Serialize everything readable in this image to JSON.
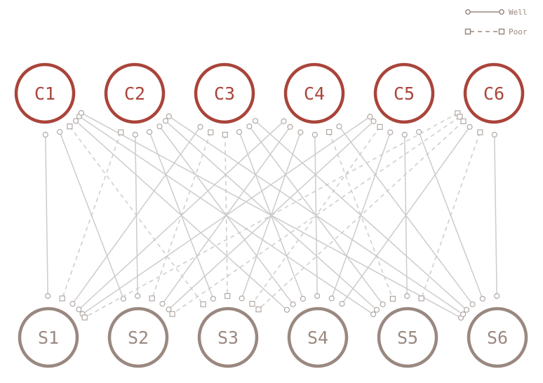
{
  "legend": {
    "well": "Well",
    "poor": "Poor"
  },
  "colors": {
    "top_node": "#a9443a",
    "bottom_node": "#9a8880",
    "edge": "#cccccc"
  },
  "top_nodes": [
    "C1",
    "C2",
    "C3",
    "C4",
    "C5",
    "C6"
  ],
  "bottom_nodes": [
    "S1",
    "S2",
    "S3",
    "S4",
    "S5",
    "S6"
  ],
  "edges": [
    {
      "from": "C1",
      "to": "S1",
      "type": "well"
    },
    {
      "from": "C1",
      "to": "S2",
      "type": "well"
    },
    {
      "from": "C1",
      "to": "S3",
      "type": "poor"
    },
    {
      "from": "C1",
      "to": "S4",
      "type": "well"
    },
    {
      "from": "C1",
      "to": "S5",
      "type": "well"
    },
    {
      "from": "C1",
      "to": "S6",
      "type": "well"
    },
    {
      "from": "C2",
      "to": "S1",
      "type": "poor"
    },
    {
      "from": "C2",
      "to": "S2",
      "type": "well"
    },
    {
      "from": "C2",
      "to": "S3",
      "type": "well"
    },
    {
      "from": "C2",
      "to": "S4",
      "type": "well"
    },
    {
      "from": "C2",
      "to": "S5",
      "type": "well"
    },
    {
      "from": "C2",
      "to": "S6",
      "type": "well"
    },
    {
      "from": "C3",
      "to": "S1",
      "type": "well"
    },
    {
      "from": "C3",
      "to": "S2",
      "type": "poor"
    },
    {
      "from": "C3",
      "to": "S3",
      "type": "poor"
    },
    {
      "from": "C3",
      "to": "S4",
      "type": "well"
    },
    {
      "from": "C3",
      "to": "S5",
      "type": "well"
    },
    {
      "from": "C3",
      "to": "S6",
      "type": "well"
    },
    {
      "from": "C4",
      "to": "S1",
      "type": "well"
    },
    {
      "from": "C4",
      "to": "S2",
      "type": "well"
    },
    {
      "from": "C4",
      "to": "S3",
      "type": "well"
    },
    {
      "from": "C4",
      "to": "S4",
      "type": "well"
    },
    {
      "from": "C4",
      "to": "S5",
      "type": "poor"
    },
    {
      "from": "C4",
      "to": "S6",
      "type": "well"
    },
    {
      "from": "C5",
      "to": "S1",
      "type": "well"
    },
    {
      "from": "C5",
      "to": "S2",
      "type": "well"
    },
    {
      "from": "C5",
      "to": "S3",
      "type": "poor"
    },
    {
      "from": "C5",
      "to": "S4",
      "type": "well"
    },
    {
      "from": "C5",
      "to": "S5",
      "type": "well"
    },
    {
      "from": "C5",
      "to": "S6",
      "type": "well"
    },
    {
      "from": "C6",
      "to": "S1",
      "type": "poor"
    },
    {
      "from": "C6",
      "to": "S2",
      "type": "poor"
    },
    {
      "from": "C6",
      "to": "S3",
      "type": "poor"
    },
    {
      "from": "C6",
      "to": "S4",
      "type": "well"
    },
    {
      "from": "C6",
      "to": "S5",
      "type": "poor"
    },
    {
      "from": "C6",
      "to": "S6",
      "type": "well"
    }
  ]
}
